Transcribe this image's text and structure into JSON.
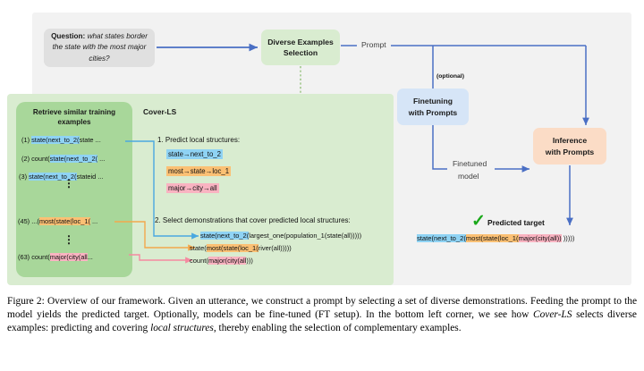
{
  "figure": {
    "caption_prefix": "Figure 2:",
    "caption": "Figure 2:  Overview of our framework.  Given an utterance, we construct a prompt by selecting a set of diverse demonstrations. Feeding the prompt to the model yields the predicted target. Optionally, models can be fine-tuned (FT setup). In the bottom left corner, we see how Cover-LS selects diverse examples: predicting and covering local structures, thereby enabling the selection of complementary examples."
  },
  "flow": {
    "question": {
      "label": "Question:",
      "text": "what states border the state with the most major cities?"
    },
    "selection_box": {
      "line1": "Diverse Examples",
      "line2": "Selection"
    },
    "prompt_label": "Prompt",
    "optional_label": "(optional)",
    "finetuning_box": {
      "line1": "Finetuning",
      "line2": "with Prompts"
    },
    "finetuned_model": {
      "line1": "Finetuned",
      "line2": "model"
    },
    "inference_box": {
      "line1": "Inference",
      "line2": "with Prompts"
    },
    "predicted_target_label": "Predicted target",
    "check_glyph": "✓"
  },
  "predicted_target": {
    "seg_blue": "state(next_to_2(",
    "seg_orange": "most(state(loc_1(",
    "seg_pink": "major(city(all))",
    "seg_tail": " )))))"
  },
  "retrieval": {
    "title_line1": "Retrieve similar training",
    "title_line2": "examples",
    "items": [
      {
        "num": "(1)",
        "pre": "",
        "hl": "state(next_to_2(",
        "hl_color": "blue",
        "post": "state ..."
      },
      {
        "num": "(2)",
        "pre": "count(",
        "hl": "state(next_to_2(",
        "hl_color": "blue",
        "post": " ..."
      },
      {
        "num": "(3)",
        "pre": "",
        "hl": "state(next_to_2(",
        "hl_color": "blue",
        "post": "stateid ..."
      },
      {
        "num": "(45)",
        "pre": "...(",
        "hl": "most(state(loc_1(",
        "hl_color": "orange",
        "post": " ..."
      },
      {
        "num": "(63)",
        "pre": "count(",
        "hl": "major(city(all",
        "hl_color": "pink",
        "post": "..."
      }
    ],
    "ellipsis": "⋮"
  },
  "coverls": {
    "title": "Cover-LS",
    "step1": "1. Predict local structures:",
    "local_structures": [
      {
        "text": "state→next_to_2",
        "color": "blue"
      },
      {
        "text": "most→state→loc_1",
        "color": "orange"
      },
      {
        "text": "major→city→all",
        "color": "pink"
      }
    ],
    "step2": "2. Select demonstrations that cover predicted local structures:",
    "demonstrations": [
      {
        "pre": "",
        "hl": "state(next_to_2(",
        "hl_color": "blue",
        "post": "largest_one(population_1(state(all)))))"
      },
      {
        "pre": "state(",
        "hl": "most(state(loc_1(",
        "hl_color": "orange",
        "post": "river(all)))))"
      },
      {
        "pre": "count(",
        "hl": "major(city(all",
        "hl_color": "pink",
        "post": ")))"
      }
    ]
  },
  "colors": {
    "blue_highlight": "#8fd3f4",
    "orange_highlight": "#fbc074",
    "pink_highlight": "#f9b3c1",
    "arrow_blue": "#4a6fc4",
    "panel_green": "#d9ecd0",
    "panel_green_inner": "#a8d79a",
    "panel_gray": "#f2f2f2",
    "box_blue": "#d6e5f7",
    "box_orange": "#fbdcc6",
    "check_green": "#1aa81a"
  }
}
